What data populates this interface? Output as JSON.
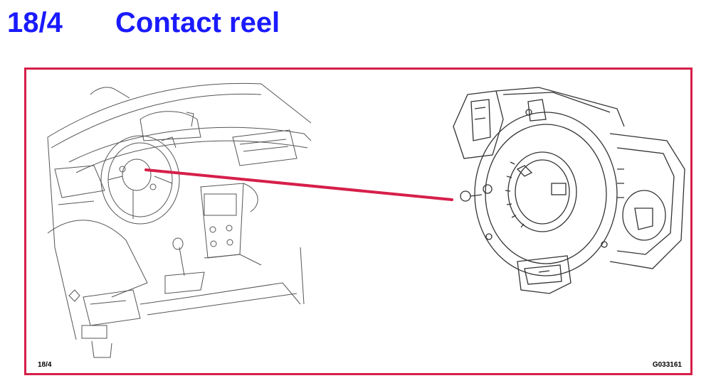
{
  "header": {
    "section_number": "18/4",
    "title": "Contact reel"
  },
  "figure": {
    "ref_left": "18/4",
    "ref_right": "G033161"
  },
  "colors": {
    "title": "#1a1aff",
    "frame_border": "#d61f4a",
    "pointer_line": "#d61f4a",
    "line_art": "#555555"
  }
}
